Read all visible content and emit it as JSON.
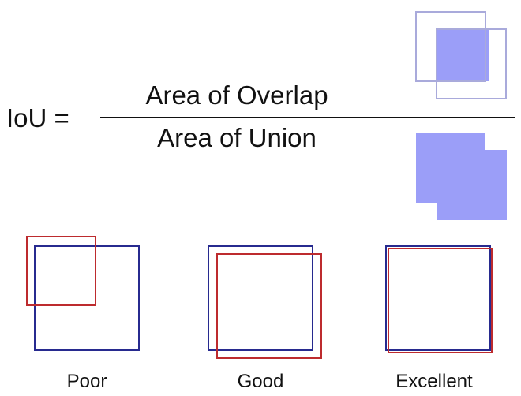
{
  "formula": {
    "lhs": "IoU  =",
    "numerator": "Area of Overlap",
    "denominator": "Area of Union"
  },
  "colors": {
    "overlap_fill": "#9b9ef8",
    "overlap_outline": "#a9aadb",
    "blue_box": "#272a8f",
    "red_box": "#bd2b2e"
  },
  "examples": [
    {
      "label": "Poor"
    },
    {
      "label": "Good"
    },
    {
      "label": "Excellent"
    }
  ]
}
